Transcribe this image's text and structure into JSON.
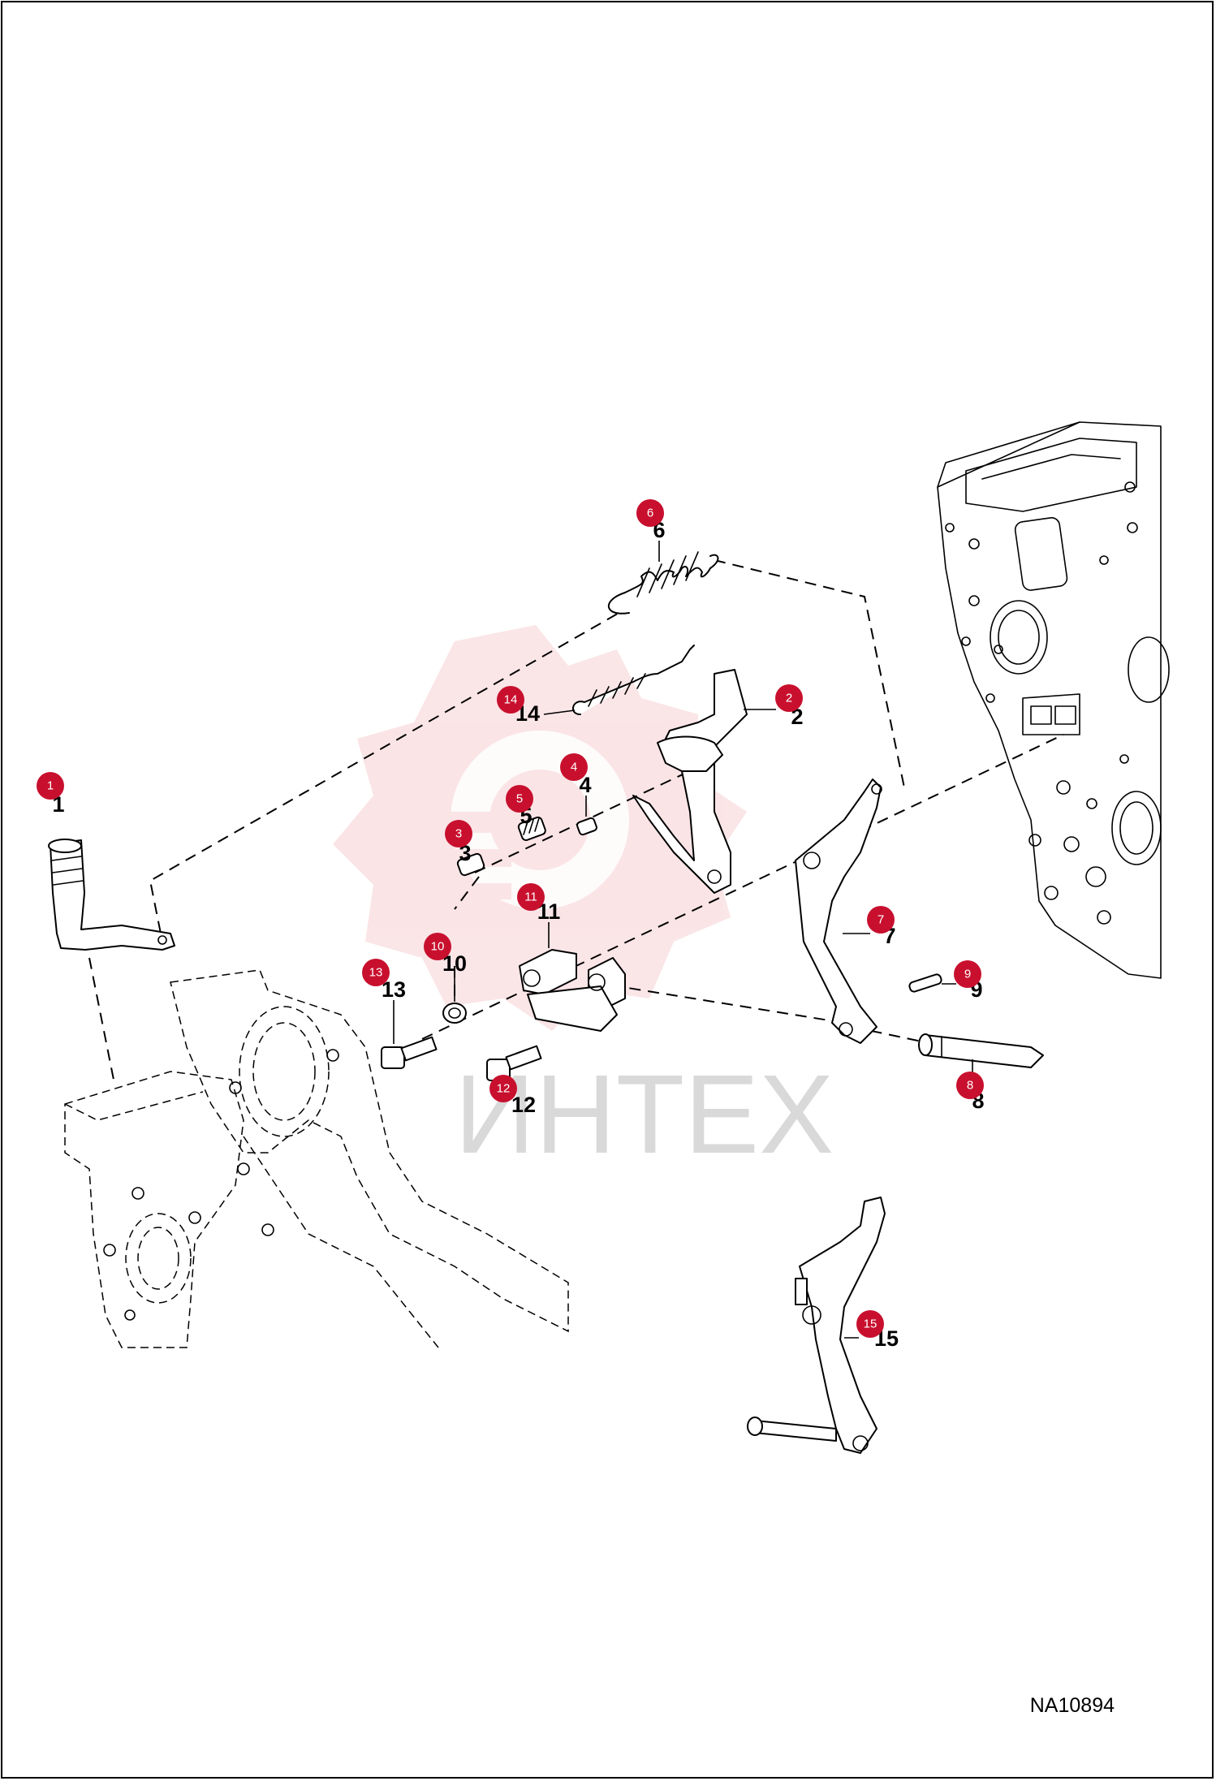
{
  "diagram": {
    "reference_code": "NA10894",
    "watermark_text": "ИНТЕХ",
    "colors": {
      "badge": "#c8102e",
      "watermark_red": "#f2c4c8",
      "line": "#000000"
    },
    "callouts": [
      {
        "number": "1",
        "label": "1"
      },
      {
        "number": "2",
        "label": "2"
      },
      {
        "number": "3",
        "label": "3"
      },
      {
        "number": "4",
        "label": "4"
      },
      {
        "number": "5",
        "label": "5"
      },
      {
        "number": "6",
        "label": "6"
      },
      {
        "number": "7",
        "label": "7"
      },
      {
        "number": "8",
        "label": "8"
      },
      {
        "number": "9",
        "label": "9"
      },
      {
        "number": "10",
        "label": "10"
      },
      {
        "number": "11",
        "label": "11"
      },
      {
        "number": "12",
        "label": "12"
      },
      {
        "number": "13",
        "label": "13"
      },
      {
        "number": "14",
        "label": "14"
      },
      {
        "number": "15",
        "label": "15"
      }
    ]
  }
}
